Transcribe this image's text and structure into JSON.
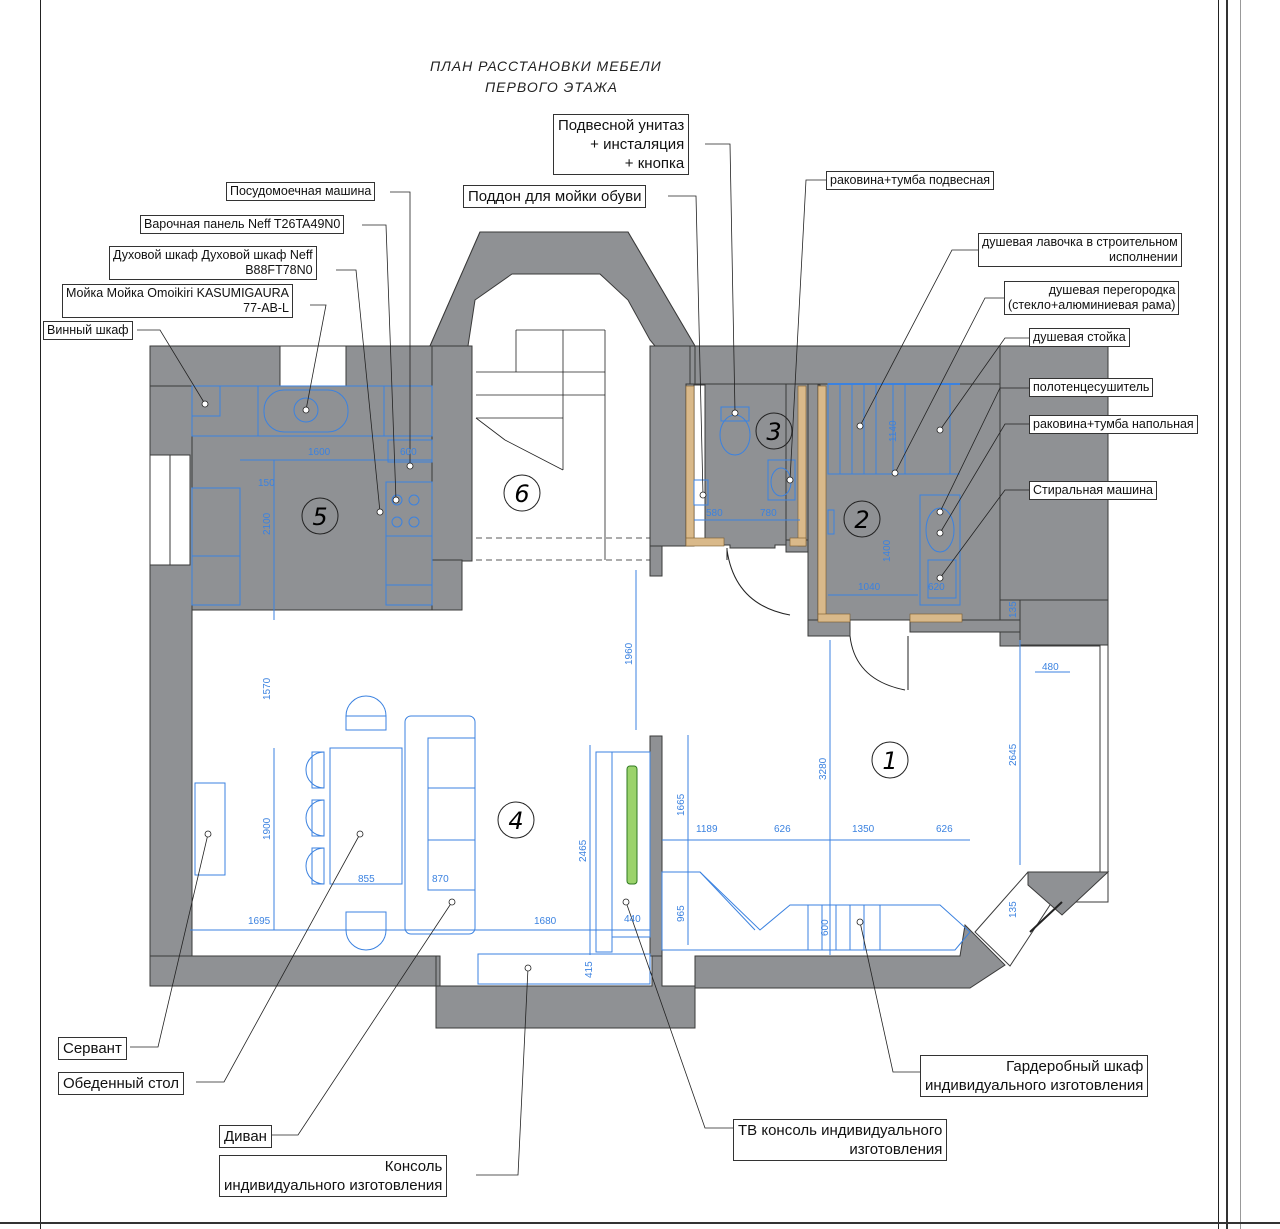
{
  "title": {
    "line1": "ПЛАН РАССТАНОВКИ МЕБЕЛИ",
    "line2": "ПЕРВОГО ЭТАЖА"
  },
  "labels_top": {
    "dishwasher": "Посудомоечная машина",
    "hob": "Варочная панель Neff T26TA49N0",
    "oven": "Духовой шкаф Духовой шкаф Neff\nB88FT78N0",
    "sink": "Мойка Мойка Omoikiri KASUMIGAURA\n77-AB-L",
    "wine": "Винный шкаф",
    "toilet": "Подвесной унитаз\n+ инсталяция\n+ кнопка",
    "shoe_tray": "Поддон для мойки обуви",
    "basin_hung": "раковина+тумба подвесная",
    "shower_bench": "душевая лавочка в строительном\nисполнении",
    "shower_partition": "душевая перегородка\n(стекло+алюминиевая рама)",
    "shower_stand": "душевая стойка",
    "towel_dryer": "полотенцесушитель",
    "basin_floor": "раковина+тумба напольная",
    "washer": "Стиральная машина"
  },
  "labels_bottom": {
    "sideboard": "Сервант",
    "dining_table": "Обеденный стол",
    "sofa": "Диван",
    "console": "Консоль\nиндивидуального изготовления",
    "tv_console": "ТВ консоль индивидуального\nизготовления",
    "wardrobe": "Гардеробный шкаф\nиндивидуального изготовления"
  },
  "rooms": [
    "1",
    "2",
    "3",
    "4",
    "5",
    "6"
  ],
  "dimensions": {
    "d1600": "1600",
    "d600": "600",
    "d150": "150",
    "d2100": "2100",
    "d1570": "1570",
    "d1960": "1960",
    "d1900": "1900",
    "d855": "855",
    "d870": "870",
    "d1695": "1695",
    "d1680": "1680",
    "d2465": "2465",
    "d440": "440",
    "d415": "415",
    "d1665": "1665",
    "d1189": "1189",
    "d626a": "626",
    "d1350": "1350",
    "d626b": "626",
    "d965": "965",
    "d600b": "600",
    "d3280": "3280",
    "d2645": "2645",
    "d480": "480",
    "d135a": "135",
    "d135b": "135",
    "d580": "580",
    "d780": "780",
    "d1140": "1140",
    "d1400": "1400",
    "d1040": "1040",
    "d620": "620"
  },
  "colors": {
    "wall": "#8f9194",
    "wall_edge": "#3a3a3a",
    "furniture": "#3b82e0",
    "tile": "#d9b98a"
  }
}
